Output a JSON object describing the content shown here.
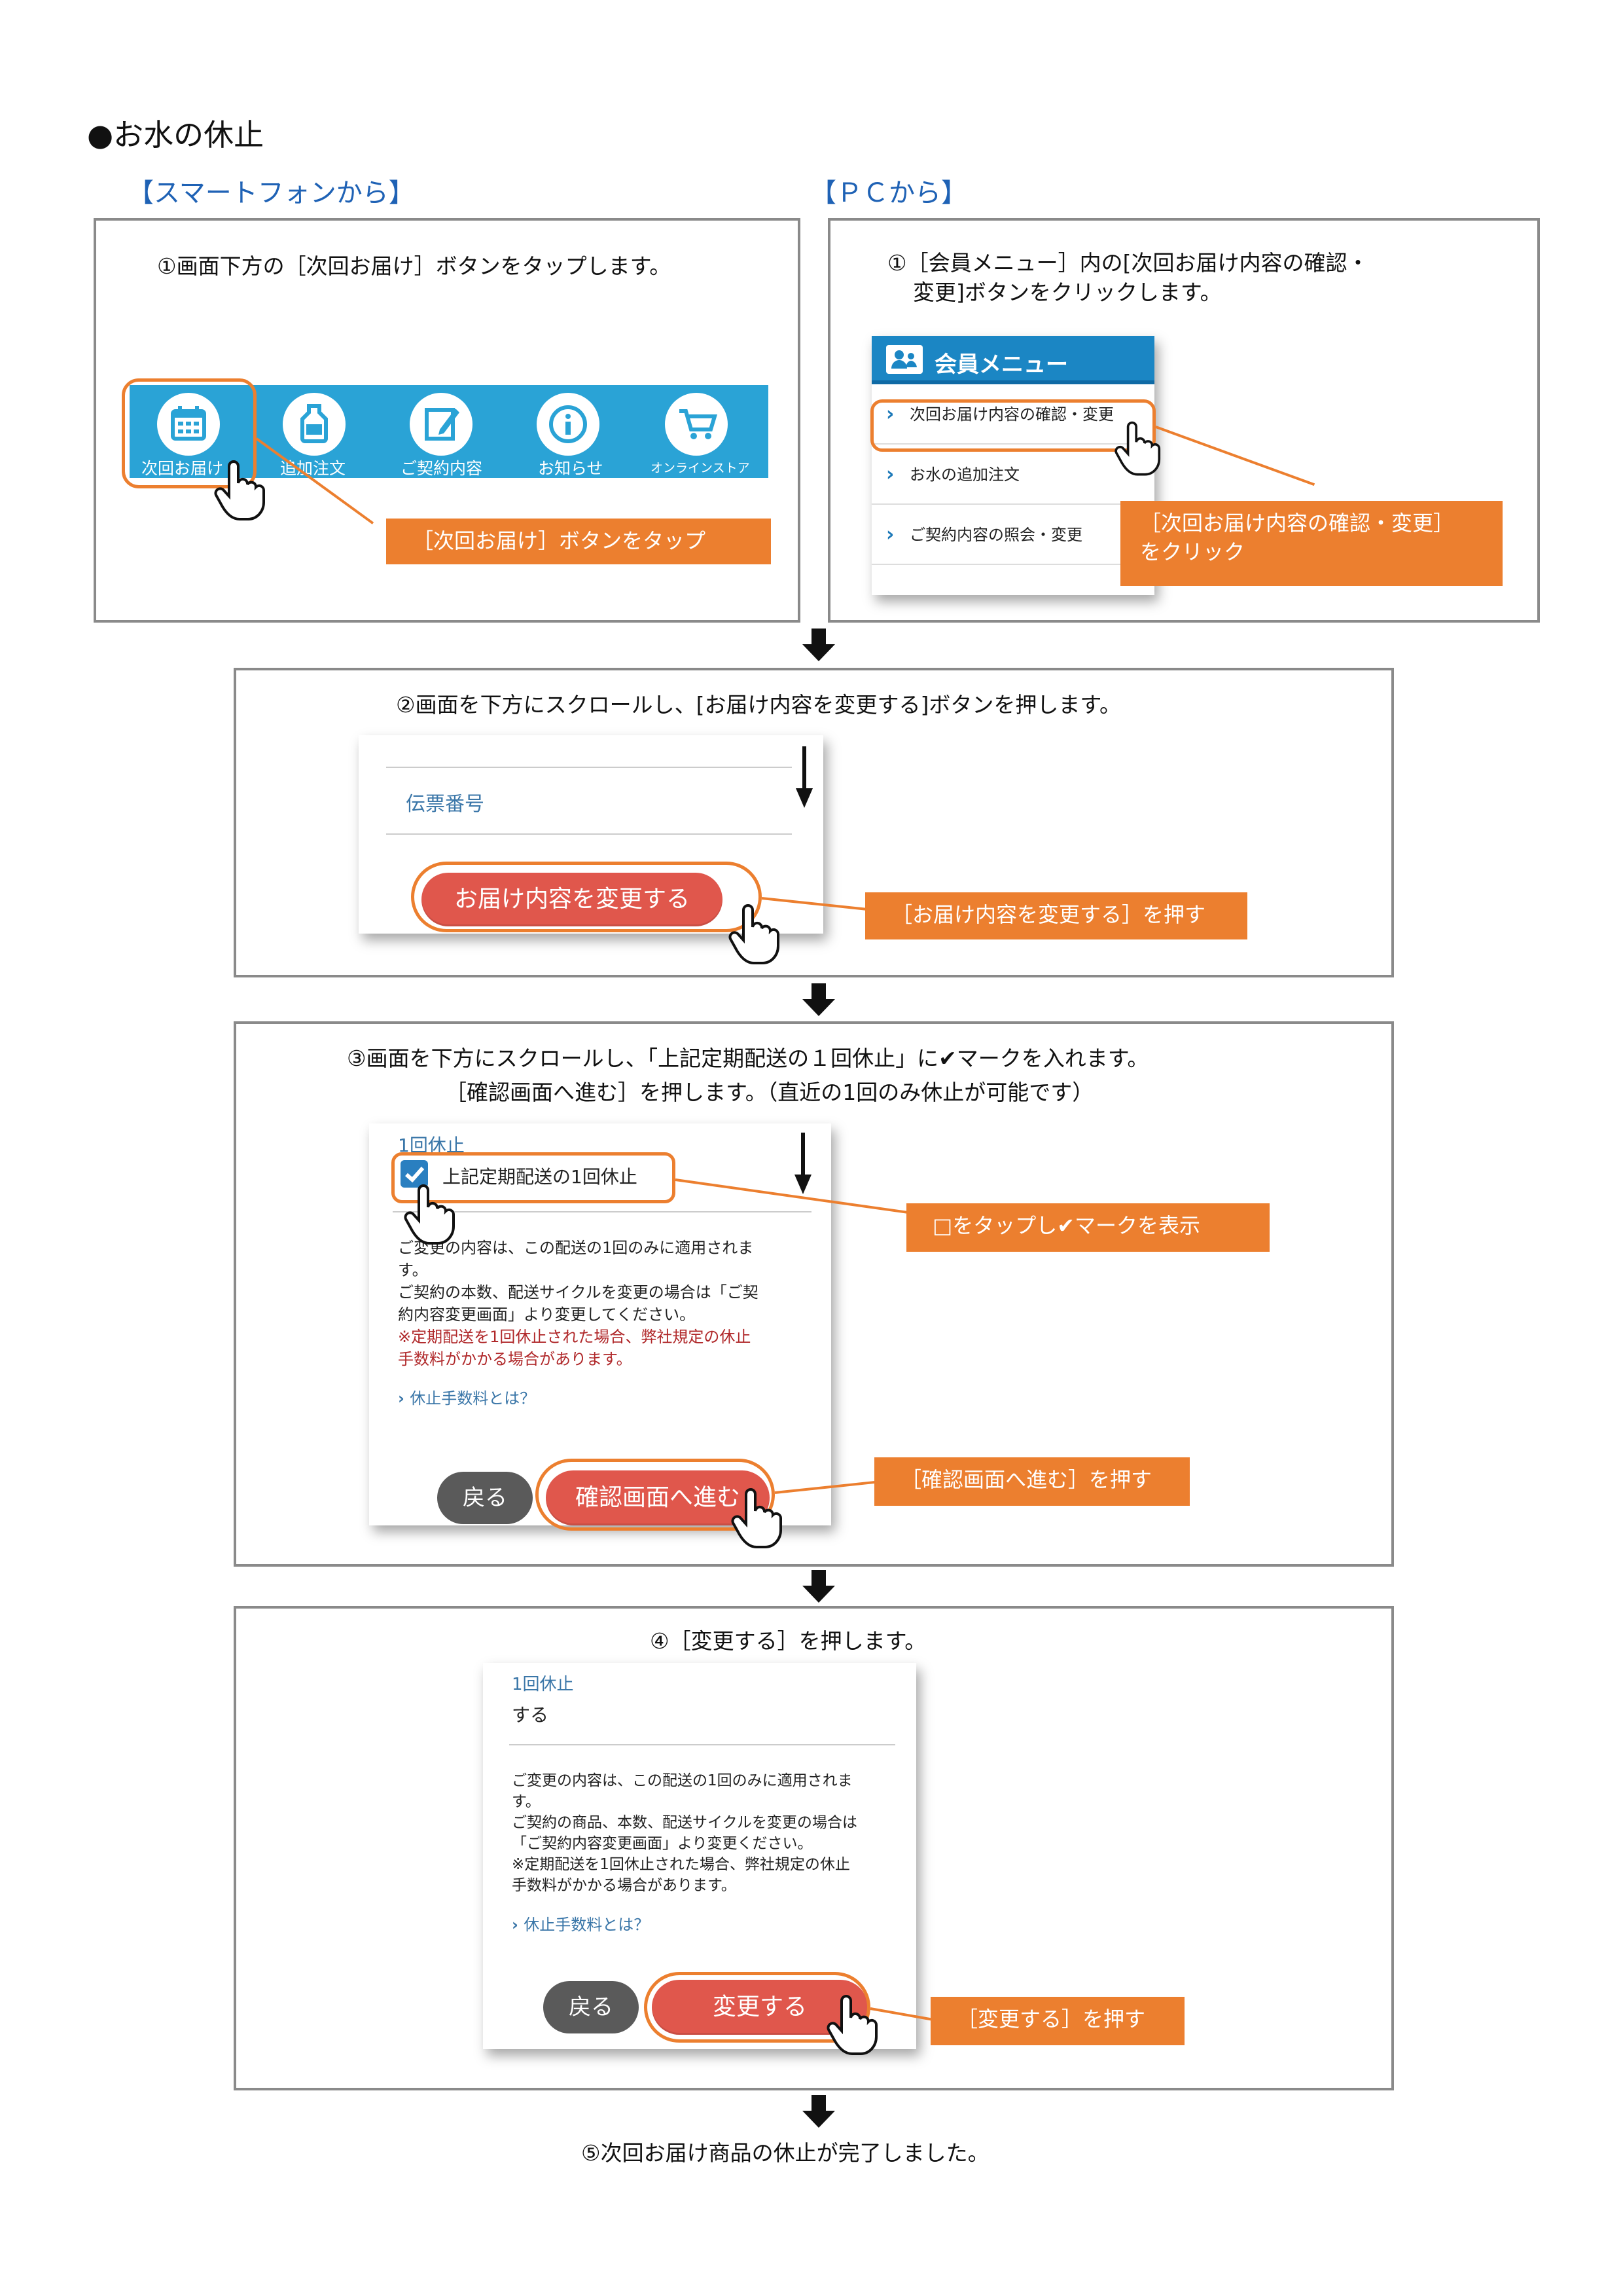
{
  "heading": "●お水の休止",
  "sp_title": "【スマートフォンから】",
  "pc_title": "【ＰＣから】",
  "step1_sp": {
    "instruction": "①画面下方の［次回お届け］ボタンをタップします。",
    "nav": [
      "次回お届け",
      "追加注文",
      "ご契約内容",
      "お知らせ",
      "オンラインストア"
    ],
    "callout": "［次回お届け］ボタンをタップ"
  },
  "step1_pc": {
    "instruction_line1": "①［会員メニュー］内の[次回お届け内容の確認・",
    "instruction_line2": "変更]ボタンをクリックします。",
    "menu_title": "会員メニュー",
    "menu_items": [
      "次回お届け内容の確認・変更",
      "お水の追加注文",
      "ご契約内容の照会・変更"
    ],
    "callout_line1": "［次回お届け内容の確認・変更］",
    "callout_line2": "をクリック"
  },
  "step2": {
    "instruction": "②画面を下方にスクロールし、[お届け内容を変更する]ボタンを押します。",
    "field_label": "伝票番号",
    "button": "お届け内容を変更する",
    "callout": "［お届け内容を変更する］を押す"
  },
  "step3": {
    "instruction_line1": "③画面を下方にスクロールし、「上記定期配送の１回休止」に✔マークを入れます。",
    "instruction_line2": "［確認画面へ進む］を押します。（直近の1回のみ休止が可能です）",
    "section_label": "1回休止",
    "checkbox_label": "上記定期配送の1回休止",
    "note": [
      "ご変更の内容は、この配送の1回のみに適用されま",
      "す。",
      "ご契約の本数、配送サイクルを変更の場合は「ご契",
      "約内容変更画面」より変更してください。"
    ],
    "warning": [
      "※定期配送を1回休止された場合、弊社規定の休止",
      "手数料がかかる場合があります。"
    ],
    "link": "休止手数料とは？",
    "back_button": "戻る",
    "next_button": "確認画面へ進む",
    "callout_check": "□をタップし✔マークを表示",
    "callout_next": "［確認画面へ進む］を押す"
  },
  "step4": {
    "instruction": "④［変更する］を押します。",
    "section_label": "1回休止",
    "value": "する",
    "note": [
      "ご変更の内容は、この配送の1回のみに適用されま",
      "す。",
      "ご契約の商品、本数、配送サイクルを変更の場合は",
      "「ご契約内容変更画面」より変更ください。",
      "※定期配送を1回休止された場合、弊社規定の休止",
      "手数料がかかる場合があります。"
    ],
    "link": "休止手数料とは？",
    "back_button": "戻る",
    "change_button": "変更する",
    "callout": "［変更する］を押す"
  },
  "step5": "⑤次回お届け商品の休止が完了しました。",
  "colors": {
    "accent_orange": "#ec7f2f",
    "nav_blue": "#2aa3d6",
    "title_blue": "#1f62b5",
    "button_red": "#e0574c",
    "warning_red": "#b0282a"
  }
}
